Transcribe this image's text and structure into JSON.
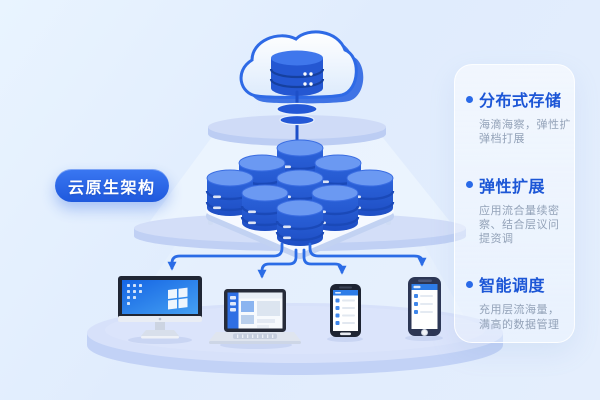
{
  "badge": {
    "label": "云原生架构"
  },
  "panel": {
    "items": [
      {
        "heading": "分布式存储",
        "description": "海滴海察，弹性扩\n弹档打展"
      },
      {
        "heading": "弹性扩展",
        "description": "应用流合量续密\n察、结合层议问\n提资调"
      },
      {
        "heading": "智能调度",
        "description": "充用层流海量，\n满高的数据管理"
      }
    ]
  },
  "illustration": {
    "nodes": [
      "cloud-database-icon",
      "database-cluster-icon",
      "desktop-icon",
      "laptop-icon",
      "smartphone-icon",
      "smartphone-icon"
    ],
    "platforms": [
      "top-disc-platform",
      "middle-disc-platform",
      "base-disc-platform"
    ],
    "connectors": [
      "cloud-to-cluster-line",
      "cluster-to-desktop-arrow",
      "cluster-to-laptop-arrow",
      "cluster-to-phone-arrow",
      "cluster-to-phone2-arrow"
    ]
  },
  "colors": {
    "accent_blue": "#2a6ae8",
    "heading_blue": "#1c56d6",
    "badge_blue": "#2563e8",
    "database_blue": "#2a5fd8",
    "platform_periwinkle": "#ccd9f6",
    "description_gray": "#93a2b8",
    "background": "#e3effd"
  }
}
